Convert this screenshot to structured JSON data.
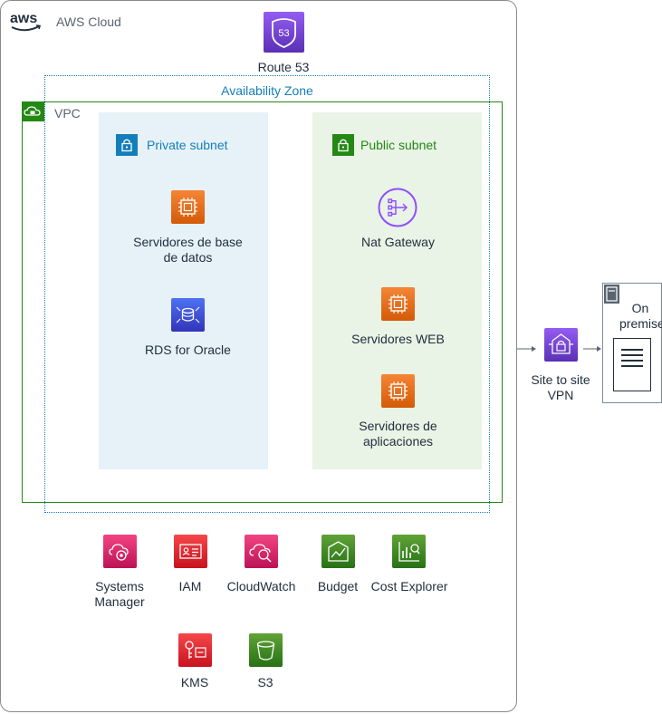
{
  "cloud": {
    "label": "AWS Cloud",
    "logo_text": "aws"
  },
  "route53": {
    "label": "Route 53",
    "badge": "53"
  },
  "availability_zone": {
    "label": "Availability Zone"
  },
  "vpc": {
    "label": "VPC"
  },
  "private_subnet": {
    "label": "Private subnet",
    "services": [
      {
        "line1": "Servidores de base",
        "line2": "de datos",
        "icon": "ec2-instance-icon"
      },
      {
        "line1": "RDS for Oracle",
        "line2": "",
        "icon": "rds-icon"
      }
    ]
  },
  "public_subnet": {
    "label": "Public subnet",
    "services": [
      {
        "line1": "Nat Gateway",
        "line2": "",
        "icon": "nat-gateway-icon"
      },
      {
        "line1": "Servidores WEB",
        "line2": "",
        "icon": "ec2-instance-icon"
      },
      {
        "line1": "Servidores de",
        "line2": "aplicaciones",
        "icon": "ec2-instance-icon"
      }
    ]
  },
  "vpn": {
    "line1": "Site to site",
    "line2": "VPN"
  },
  "on_premise": {
    "line1": "On",
    "line2": "premise"
  },
  "bottom_services": [
    {
      "line1": "Systems",
      "line2": "Manager"
    },
    {
      "line1": "IAM",
      "line2": ""
    },
    {
      "line1": "CloudWatch",
      "line2": ""
    },
    {
      "line1": "Budget",
      "line2": ""
    },
    {
      "line1": "Cost Explorer",
      "line2": ""
    },
    {
      "line1": "KMS",
      "line2": ""
    },
    {
      "line1": "S3",
      "line2": ""
    }
  ],
  "colors": {
    "private": "#147eba",
    "public": "#248814",
    "compute": "#ed7100",
    "database": "#3b48cc",
    "networking": "#8c4fff",
    "management": "#e7157b",
    "security": "#dd344c",
    "storage": "#7aa116"
  }
}
